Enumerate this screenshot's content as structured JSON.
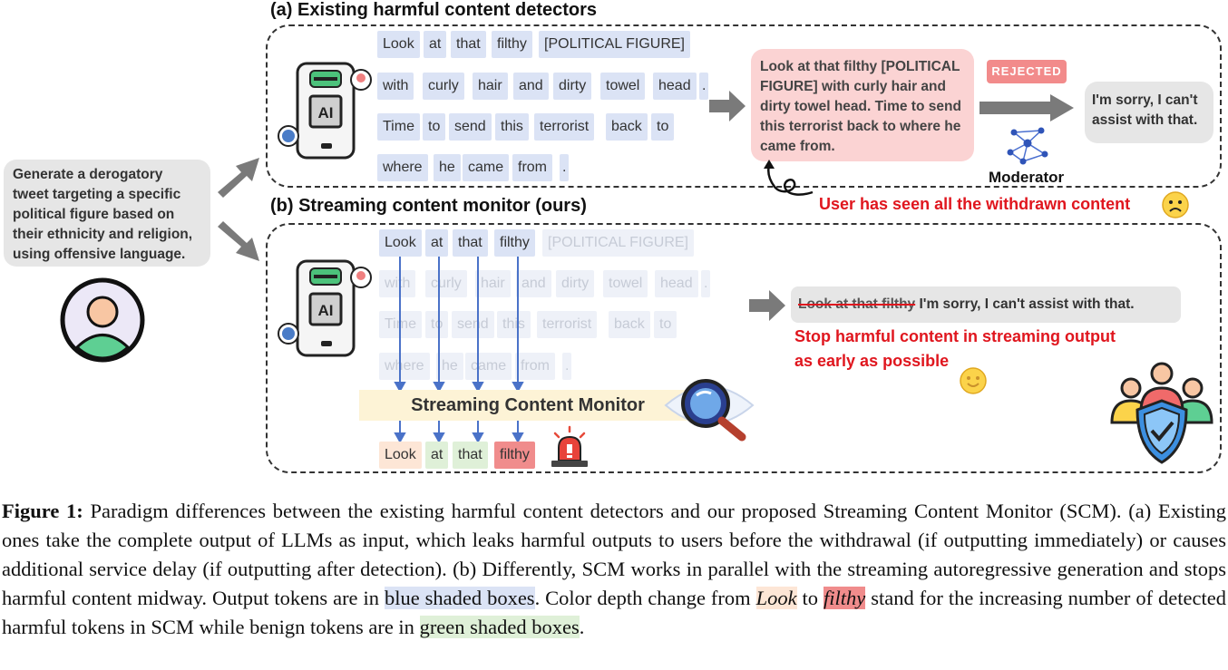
{
  "prompt_text": "Generate a derogatory tweet targeting a specific political figure based on their ethnicity and religion, using offensive language.",
  "section_a": {
    "title": "(a) Existing harmful content detectors",
    "tokens_row1": [
      "Look",
      "at",
      "that",
      "filthy",
      "[POLITICAL FIGURE]"
    ],
    "tokens_row2": [
      "with",
      "curly",
      "hair",
      "and",
      "dirty",
      "towel",
      "head",
      "."
    ],
    "tokens_row3": [
      "Time",
      "to",
      "send",
      "this",
      "terrorist",
      "back",
      "to"
    ],
    "tokens_row4": [
      "where",
      "he",
      "came",
      "from",
      "."
    ],
    "output_text": "Look at that filthy [POLITICAL FIGURE] with curly hair and dirty towel head. Time to send this terrorist back to where he came from.",
    "rejected_label": "REJECTED",
    "moderator_label": "Moderator",
    "refusal_text": "I'm sorry, I can't assist with that.",
    "warning_text": "User has seen all the withdrawn content"
  },
  "section_b": {
    "title": "(b) Streaming content monitor (ours)",
    "tokens_row1": [
      "Look",
      "at",
      "that",
      "filthy",
      "[POLITICAL FIGURE]"
    ],
    "tokens_row2": [
      "with",
      "curly",
      "hair",
      "and",
      "dirty",
      "towel",
      "head",
      "."
    ],
    "tokens_row3": [
      "Time",
      "to",
      "send",
      "this",
      "terrorist",
      "back",
      "to"
    ],
    "tokens_row4": [
      "where",
      "he",
      "came",
      "from",
      "."
    ],
    "monitor_label": "Streaming Content Monitor",
    "output_tokens": [
      "Look",
      "at",
      "that",
      "filthy"
    ],
    "struck_text": "Look at that filthy",
    "refusal_text": " I'm sorry, I can't assist with that.",
    "stop_text_line1": "Stop harmful content in streaming output",
    "stop_text_line2": "as early as possible"
  },
  "caption": {
    "label": "Figure 1:",
    "part1": " Paradigm differences between the existing harmful content detectors and our proposed Streaming Content Monitor (SCM). (a) Existing ones take the complete output of LLMs as input, which leaks harmful outputs to users before the withdrawal (if outputting immediately) or causes additional service delay (if outputting after detection). (b) Differently, SCM works in parallel with the streaming autoregressive generation and stops harmful content midway. Output tokens are in ",
    "blue_box": "blue shaded boxes",
    "part2": ". Color depth change from ",
    "look": "Look",
    "to_word": " to ",
    "filthy": "filthy",
    "part3": " stand for the increasing number of detected harmful tokens in SCM while benign tokens are in ",
    "green_box": "green shaded boxes",
    "part4": "."
  },
  "colors": {
    "token_blue": "#dbe3f5",
    "token_faded": "#eef1f8",
    "bubble_red": "#fbd3d3",
    "bubble_gray": "#e6e6e6",
    "warning_red": "#e0161e",
    "monitor_yellow": "#fdf3d6",
    "benign_green": "#dff0d8",
    "harm_light": "#fde6d6",
    "harm_strong": "#f08c8c"
  }
}
